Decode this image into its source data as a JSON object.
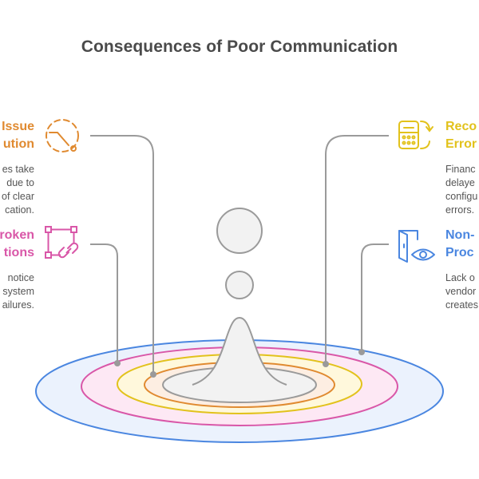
{
  "title": "Consequences of Poor Communication",
  "colors": {
    "orange": "#e08a30",
    "pink": "#d957a8",
    "yellow": "#e2c21c",
    "blue": "#4a86e0",
    "connector": "#9a9a9a",
    "text_title": "#4a4a4a",
    "text_desc": "#555555"
  },
  "items": [
    {
      "side": "left",
      "icon": "clock-dashed-icon",
      "color": "#e08a30",
      "heading_visible": "Issue\nution",
      "description_visible": "es take\n due to\nof clear\ncation."
    },
    {
      "side": "left",
      "icon": "broken-link-icon",
      "color": "#d957a8",
      "heading_visible": "roken\ntions",
      "description_visible": "notice\nsystem\nailures."
    },
    {
      "side": "right",
      "icon": "calculator-cycle-icon",
      "color": "#e2c21c",
      "heading_visible": "Reco\nError",
      "description_visible": "Financ\ndelaye\nconfigu\nerrors."
    },
    {
      "side": "right",
      "icon": "door-eye-icon",
      "color": "#4a86e0",
      "heading_visible": "Non-\nProc",
      "description_visible": "Lack o\nvendor\ncreates"
    }
  ]
}
